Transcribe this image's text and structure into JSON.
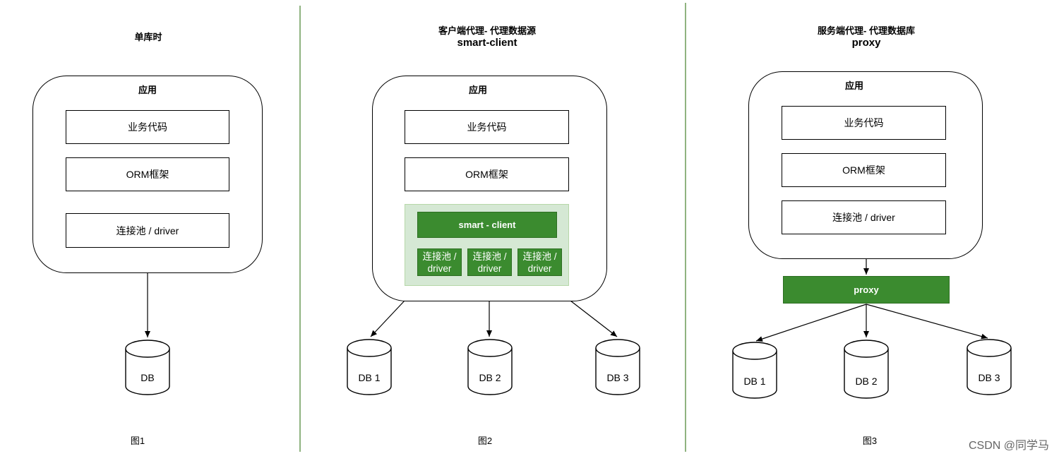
{
  "panels": {
    "p1": {
      "title": "单库时",
      "app_label": "应用",
      "layers": [
        "业务代码",
        "ORM框架",
        "连接池 / driver"
      ],
      "db_label": "DB",
      "figure_label": "图1"
    },
    "p2": {
      "title": "客户端代理- 代理数据源",
      "subtitle": "smart-client",
      "app_label": "应用",
      "layers": [
        "业务代码",
        "ORM框架"
      ],
      "smart_client_label": "smart - client",
      "drivers": [
        "连接池 / driver",
        "连接池 / driver",
        "连接池 / driver"
      ],
      "dbs": [
        "DB 1",
        "DB 2",
        "DB 3"
      ],
      "figure_label": "图2"
    },
    "p3": {
      "title": "服务端代理- 代理数据库",
      "subtitle": "proxy",
      "app_label": "应用",
      "layers": [
        "业务代码",
        "ORM框架",
        "连接池 / driver"
      ],
      "proxy_label": "proxy",
      "dbs": [
        "DB 1",
        "DB 2",
        "DB 3"
      ],
      "figure_label": "图3"
    }
  },
  "watermark": "CSDN @同学马",
  "colors": {
    "green_fill": "#3b8b2f",
    "green_region": "#d5e8d4",
    "divider": "#6a9a56"
  }
}
